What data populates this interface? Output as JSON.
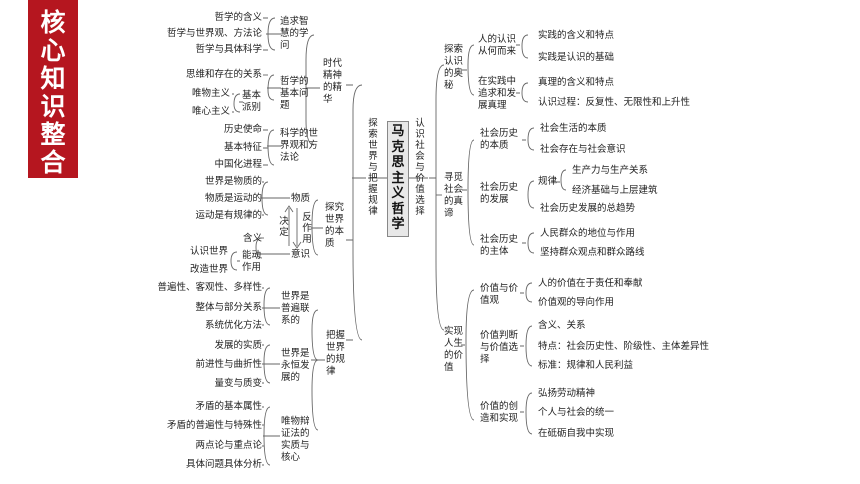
{
  "banner": [
    "核",
    "心",
    "知",
    "识",
    "整",
    "合"
  ],
  "center": "马克思主义哲学",
  "left": {
    "title": "探索世界与把握规律",
    "branches": [
      {
        "title": "时代精神的精华",
        "subs": [
          {
            "title": "追求智慧的学问",
            "items": [
              "哲学的含义",
              "哲学与世界观、方法论",
              "哲学与具体科学"
            ]
          },
          {
            "title": "哲学的基本问题",
            "items": [
              "思维和存在的关系"
            ],
            "mid": "基本派别",
            "mid_items": [
              "唯物主义",
              "唯心主义"
            ]
          },
          {
            "title": "科学的世界观和方法论",
            "items": [
              "历史使命",
              "基本特征",
              "中国化进程"
            ]
          }
        ]
      },
      {
        "title": "探究世界的本质",
        "matter": {
          "label": "物质",
          "items": [
            "世界是物质的",
            "物质是运动的",
            "运动是有规律的"
          ]
        },
        "decides": "决定",
        "reacts": "反作用",
        "consciousness": {
          "label": "意识",
          "items": [
            "含义"
          ],
          "mid": "能动作用",
          "mid_items": [
            "认识世界",
            "改造世界"
          ]
        }
      },
      {
        "title": "把握世界的规律",
        "subs": [
          {
            "title": "世界是普遍联系的",
            "items": [
              "普遍性、客观性、多样性",
              "整体与部分关系",
              "系统优化方法"
            ]
          },
          {
            "title": "世界是永恒发展的",
            "items": [
              "发展的实质",
              "前进性与曲折性",
              "量变与质变"
            ]
          },
          {
            "title": "唯物辩证法的实质与核心",
            "items": [
              "矛盾的基本属性",
              "矛盾的普遍性与特殊性",
              "两点论与重点论",
              "具体问题具体分析"
            ]
          }
        ]
      }
    ]
  },
  "right": {
    "title": "认识社会与价值选择",
    "branches": [
      {
        "title": "探索认识的奥秘",
        "subs": [
          {
            "title": "人的认识从何而来",
            "items": [
              "实践的含义和特点",
              "实践是认识的基础"
            ]
          },
          {
            "title": "在实践中追求和发展真理",
            "items": [
              "真理的含义和特点",
              "认识过程：反复性、无限性和上升性"
            ]
          }
        ]
      },
      {
        "title": "寻觅社会的真谛",
        "subs": [
          {
            "title": "社会历史的本质",
            "items": [
              "社会生活的本质",
              "社会存在与社会意识"
            ]
          },
          {
            "title": "社会历史的发展",
            "mid": "规律",
            "mid_items": [
              "生产力与生产关系",
              "经济基础与上层建筑"
            ],
            "items": [
              "社会历史发展的总趋势"
            ]
          },
          {
            "title": "社会历史的主体",
            "items": [
              "人民群众的地位与作用",
              "坚持群众观点和群众路线"
            ]
          }
        ]
      },
      {
        "title": "实现人生的价值",
        "subs": [
          {
            "title": "价值与价值观",
            "items": [
              "人的价值在于责任和奉献",
              "价值观的导向作用"
            ]
          },
          {
            "title": "价值判断与价值选择",
            "items": [
              "含义、关系",
              "特点：社会历史性、阶级性、主体差异性",
              "标准：规律和人民利益"
            ]
          },
          {
            "title": "价值的创造和实现",
            "items": [
              "弘扬劳动精神",
              "个人与社会的统一",
              "在砥砺自我中实现"
            ]
          }
        ]
      }
    ]
  },
  "colors": {
    "banner": "#b5161f",
    "lines": "#666666",
    "center_fill": "#e8e8e8"
  }
}
